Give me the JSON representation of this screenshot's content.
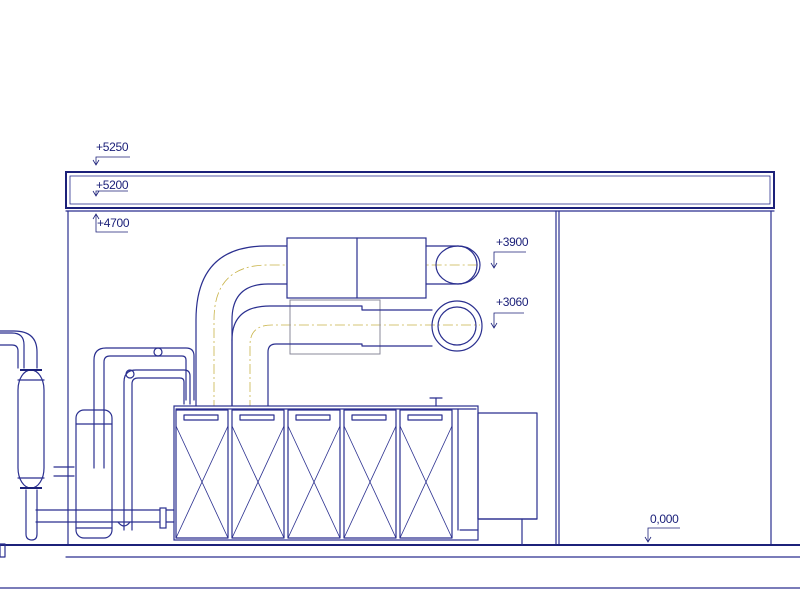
{
  "elevations": {
    "e5250": "+5250",
    "e5200": "+5200",
    "e4700": "+4700",
    "e3900": "+3900",
    "e3060": "+3060",
    "e0": "0,000"
  },
  "colors": {
    "line": "#2a2f8f",
    "center_line": "#c9b44a",
    "muted": "#8a8a9a"
  }
}
